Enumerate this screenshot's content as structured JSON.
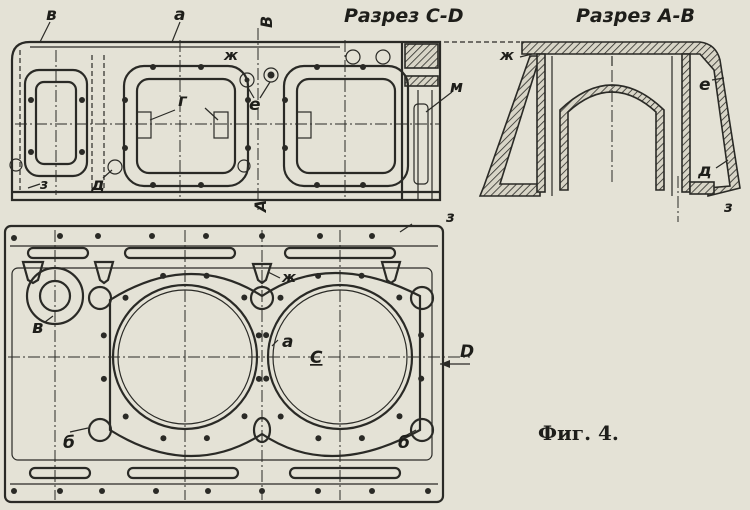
{
  "figure": {
    "caption": "Фиг. 4.",
    "section_titles": {
      "cd": "Разрез C-D",
      "ab": "Разрез A-B"
    },
    "top_view_labels": {
      "v": "в",
      "a": "а",
      "B": "B",
      "zh": "ж",
      "e": "е",
      "g": "г",
      "d": "д",
      "z": "з",
      "A": "A",
      "m": "м"
    },
    "plan_view_labels": {
      "z": "з",
      "zh": "ж",
      "v": "в",
      "a": "а",
      "C": "C",
      "D": "D",
      "b_left": "б",
      "b_right": "б"
    },
    "section_ab_labels": {
      "zh": "ж",
      "e": "е",
      "d": "д",
      "z": "з"
    }
  },
  "colors": {
    "paper": "#e4e2d6",
    "ink": "#2a2a26"
  }
}
